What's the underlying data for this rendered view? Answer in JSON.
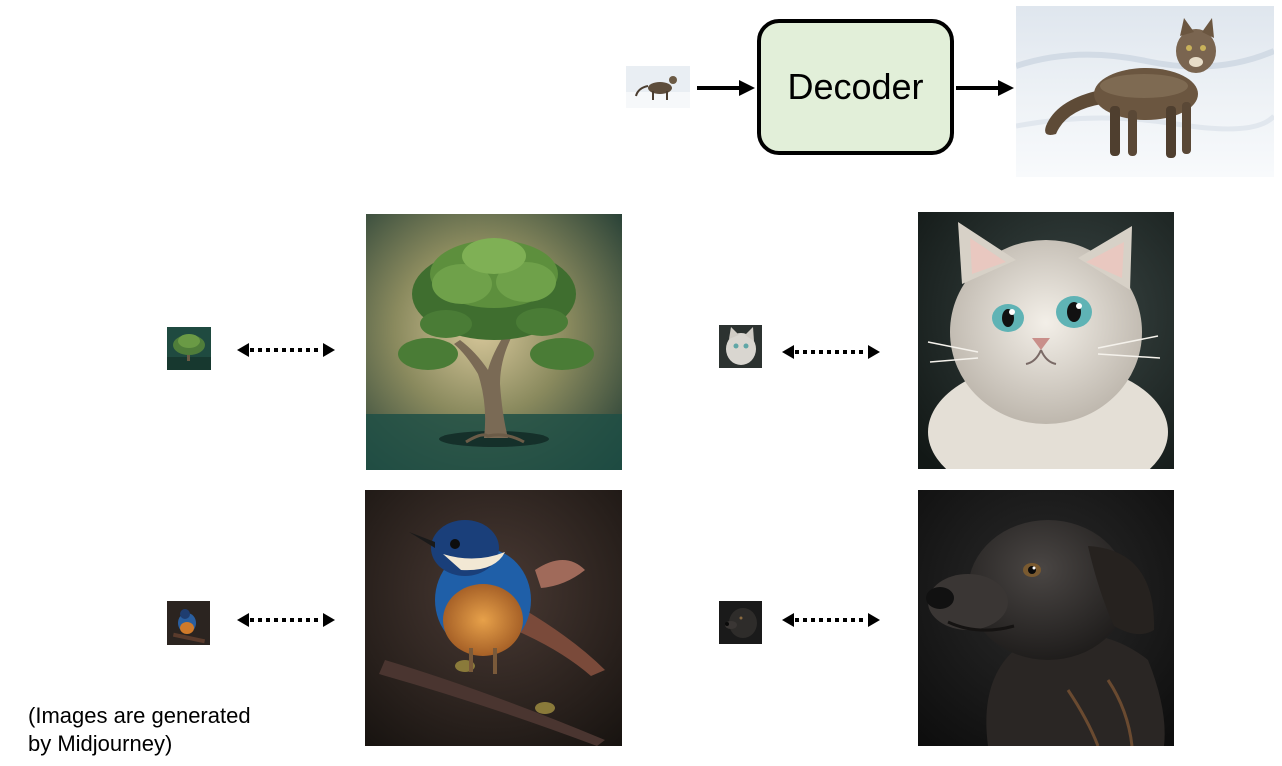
{
  "decoder": {
    "label": "Decoder"
  },
  "caption": {
    "line1": "(Images are generated",
    "line2": "by Midjourney)"
  },
  "images": {
    "top_input": "small cat in snow",
    "top_output": "cat walking in snow",
    "pairs": [
      {
        "small": "small tree",
        "large": "tree"
      },
      {
        "small": "small fluffy cat",
        "large": "fluffy cat"
      },
      {
        "small": "small bird",
        "large": "bird on branch"
      },
      {
        "small": "small dog",
        "large": "black dog"
      }
    ]
  },
  "colors": {
    "decoder_fill": "#e2efd9",
    "stroke": "#000000"
  }
}
